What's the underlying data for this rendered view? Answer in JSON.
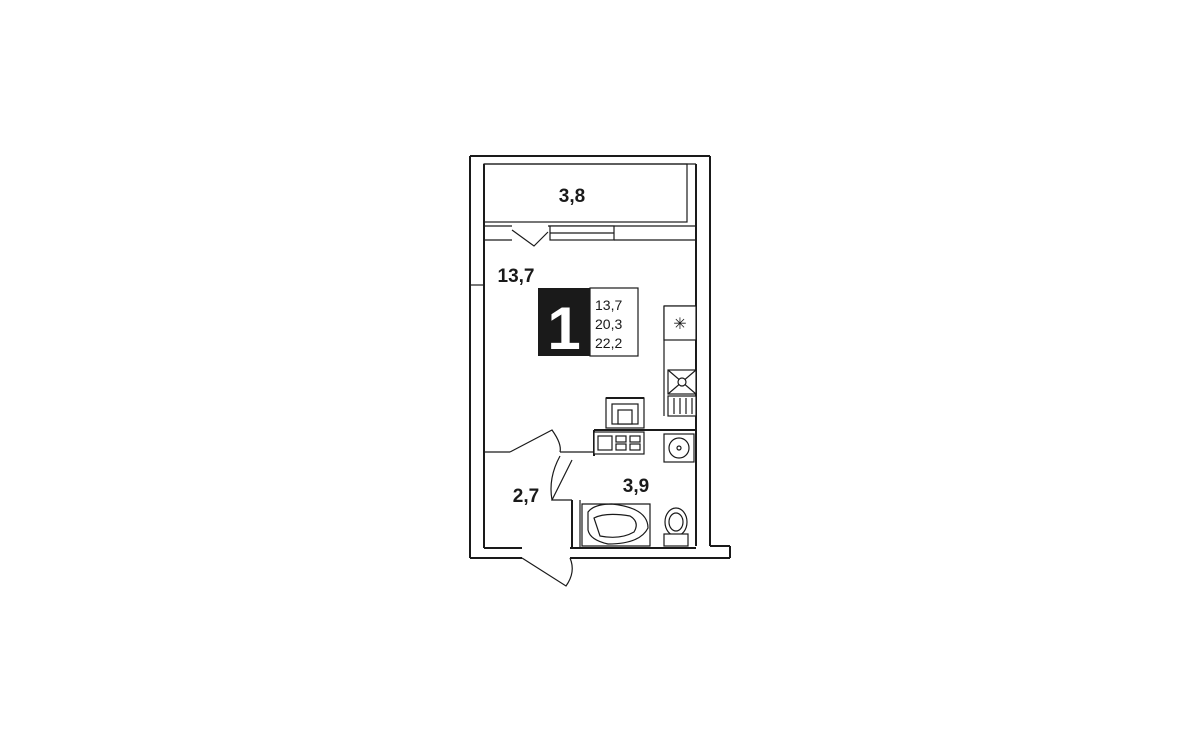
{
  "rooms": {
    "balcony": "3,8",
    "living": "13,7",
    "hall": "2,7",
    "bathroom": "3,9"
  },
  "badge": {
    "rooms_count": "1",
    "living_area": "13,7",
    "total_area": "20,3",
    "total_with_balcony": "22,2"
  },
  "icons": {
    "stove_burner": "stove-burner-icon",
    "sink": "sink-icon",
    "washbasin": "washbasin-icon",
    "bathtub": "bathtub-icon",
    "toilet": "toilet-icon"
  },
  "colors": {
    "line": "#1a1a1a",
    "badge_bg": "#1a1a1a",
    "background": "#ffffff"
  }
}
